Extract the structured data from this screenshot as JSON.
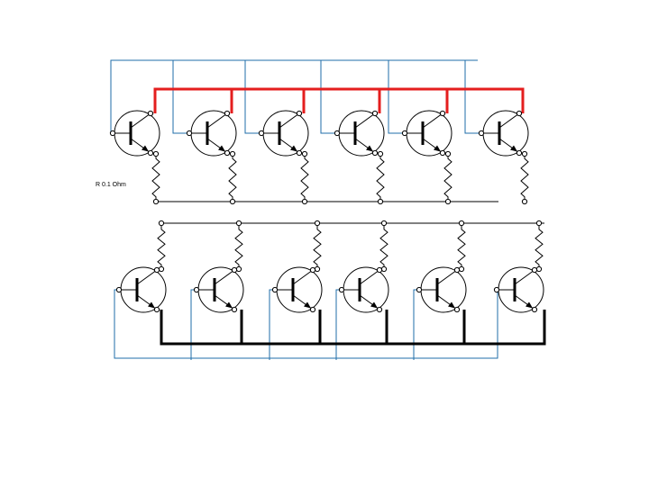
{
  "colors": {
    "control_wire": "#1f6ea8",
    "power_rail": "#e41e1e",
    "ground_rail": "#000000",
    "component": "#000000",
    "background": "#ffffff"
  },
  "labels": {
    "resistor_value": "R 0.1 Ohm"
  },
  "top_bank": {
    "device": "npn-transistor",
    "transistor_count": 6,
    "emitter_resistor_count": 6,
    "rail_top": "collector-bus",
    "rail_bottom": "emitter-resistor-bus"
  },
  "bottom_bank": {
    "device": "npn-transistor",
    "transistor_count": 6,
    "collector_resistor_count": 6,
    "rail_top": "collector-resistor-bus",
    "rail_bottom": "emitter-bus"
  }
}
